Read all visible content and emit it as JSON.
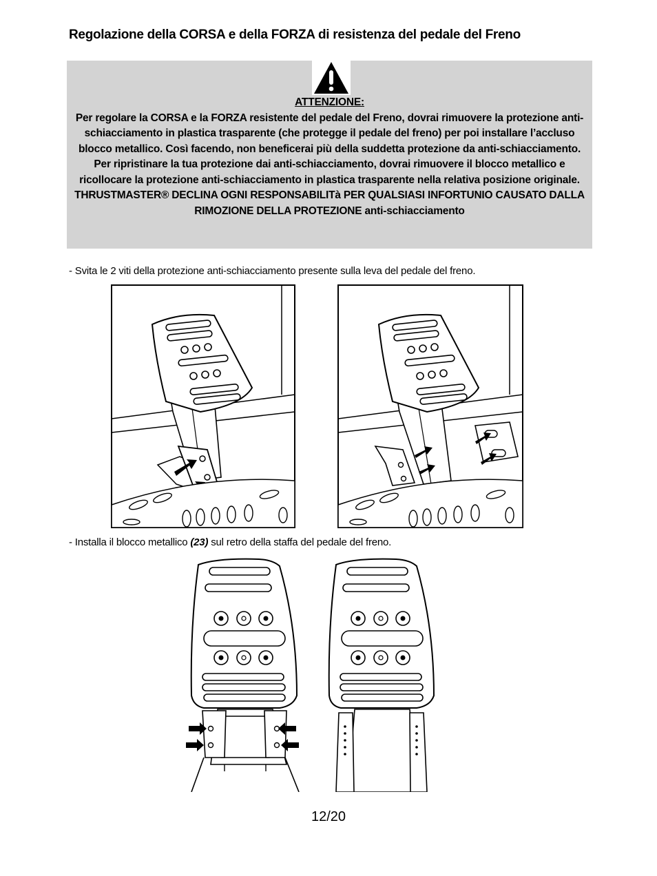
{
  "heading": "Regolazione della CORSA e della FORZA di resistenza del pedale del Freno",
  "warning": {
    "icon": "warning-triangle-icon",
    "label": "ATTENZIONE:",
    "paragraph1": "Per regolare la CORSA e la FORZA resistente del pedale del Freno, dovrai rimuovere la protezione anti-schiacciamento in plastica trasparente (che protegge il pedale del freno) per poi installare l’accluso blocco metallico. Così facendo, non beneficerai più della suddetta protezione da anti-schiacciamento.",
    "paragraph2": "Per ripristinare la tua protezione dai anti-schiacciamento, dovrai rimuovere il blocco metallico e ricollocare la protezione anti-schiacciamento in plastica trasparente nella relativa posizione originale.",
    "disclaimer": "THRUSTMASTER® DECLINA OGNI RESPONSABILITà PER QUALSIASI INFORTUNIO CAUSATO DALLA RIMOZIONE DELLA PROTEZIONE",
    "disclaimer_tail": "anti-schiacciamento"
  },
  "steps": {
    "step1": "- Svita le 2 viti della protezione anti-schiacciamento presente sulla leva del pedale del freno.",
    "step2_prefix": "- Installa il blocco metallico ",
    "step2_ref": "(23)",
    "step2_suffix": " sul retro della staffa del pedale del freno."
  },
  "page_number": "12/20"
}
